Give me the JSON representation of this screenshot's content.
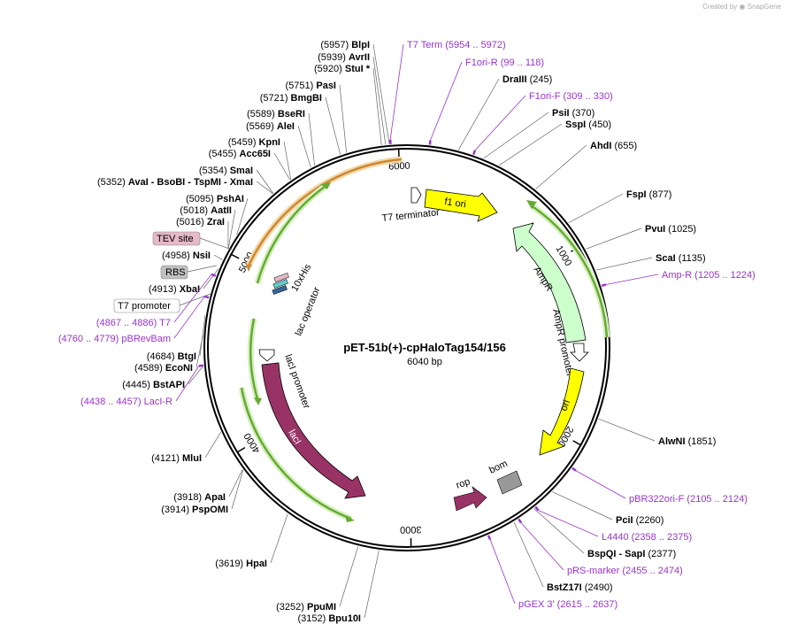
{
  "credit": {
    "created_by": "Created by",
    "brand": "SnapGene"
  },
  "plasmid": {
    "name": "pET-51b(+)-cpHaloTag154/156",
    "length_label": "6040 bp",
    "length": 6040
  },
  "ticks": [
    1000,
    2000,
    3000,
    4000,
    5000,
    6000
  ],
  "sites": [
    {
      "pre": "(5957)",
      "name": "BlpI",
      "pos": 5957
    },
    {
      "pre": "(5939)",
      "name": "AvrII",
      "pos": 5939
    },
    {
      "pre": "(5920)",
      "name": "StuI *",
      "pos": 5920
    },
    {
      "pre": "(5751)",
      "name": "PasI",
      "pos": 5751
    },
    {
      "pre": "(5721)",
      "name": "BmgBI",
      "pos": 5721
    },
    {
      "pre": "(5589)",
      "name": "BseRI",
      "pos": 5589
    },
    {
      "pre": "(5569)",
      "name": "AleI",
      "pos": 5569
    },
    {
      "pre": "(5459)",
      "name": "KpnI",
      "pos": 5459
    },
    {
      "pre": "(5455)",
      "name": "Acc65I",
      "pos": 5455
    },
    {
      "pre": "(5354)",
      "name": "SmaI",
      "pos": 5354
    },
    {
      "pre": "(5352)",
      "name": "AvaI  -  BsoBI  -  TspMI  -  XmaI",
      "pos": 5352
    },
    {
      "pre": "(5095)",
      "name": "PshAI",
      "pos": 5095
    },
    {
      "pre": "(5018)",
      "name": "AatII",
      "pos": 5018
    },
    {
      "pre": "(5016)",
      "name": "ZraI",
      "pos": 5016
    },
    {
      "pre": "(4958)",
      "name": "NsiI",
      "pos": 4958
    },
    {
      "pre": "(4913)",
      "name": "XbaI",
      "pos": 4913
    },
    {
      "pre": "(4684)",
      "name": "BtgI",
      "pos": 4684
    },
    {
      "pre": "(4589)",
      "name": "EcoNI",
      "pos": 4589
    },
    {
      "pre": "(4445)",
      "name": "BstAPI",
      "pos": 4445
    },
    {
      "pre": "(4121)",
      "name": "MluI",
      "pos": 4121
    },
    {
      "pre": "(3918)",
      "name": "ApaI",
      "pos": 3918
    },
    {
      "pre": "(3914)",
      "name": "PspOMI",
      "pos": 3914
    },
    {
      "pre": "(3619)",
      "name": "HpaI",
      "pos": 3619
    },
    {
      "pre": "(3252)",
      "name": "PpuMI",
      "pos": 3252
    },
    {
      "pre": "(3152)",
      "name": "Bpu10I",
      "pos": 3152
    },
    {
      "name": "DraIII",
      "post": "(245)",
      "pos": 245
    },
    {
      "name": "PsiI",
      "post": "(370)",
      "pos": 370
    },
    {
      "name": "SspI",
      "post": "(450)",
      "pos": 450
    },
    {
      "name": "AhdI",
      "post": "(655)",
      "pos": 655
    },
    {
      "name": "FspI",
      "post": "(877)",
      "pos": 877
    },
    {
      "name": "PvuI",
      "post": "(1025)",
      "pos": 1025
    },
    {
      "name": "ScaI",
      "post": "(1135)",
      "pos": 1135
    },
    {
      "name": "AlwNI",
      "post": "(1851)",
      "pos": 1851
    },
    {
      "name": "PciI",
      "post": "(2260)",
      "pos": 2260
    },
    {
      "name": "BspQI  -  SapI",
      "post": "(2377)",
      "pos": 2377
    },
    {
      "name": "BstZ17I",
      "post": "(2490)",
      "pos": 2490
    }
  ],
  "primers": [
    {
      "text": "T7 Term     (5954 .. 5972)",
      "pos": 5963
    },
    {
      "text": "F1ori-R     (99 .. 118)",
      "pos": 108
    },
    {
      "text": "F1ori-F     (309 .. 330)",
      "pos": 319
    },
    {
      "text": "Amp-R     (1205 .. 1224)",
      "pos": 1214
    },
    {
      "text": "pBR322ori-F     (2105 .. 2124)",
      "pos": 2114
    },
    {
      "text": "L4440     (2358 .. 2375)",
      "pos": 2366
    },
    {
      "text": "pRS-marker     (2455 .. 2474)",
      "pos": 2464
    },
    {
      "text": "pGEX 3'     (2615 .. 2637)",
      "pos": 2626
    },
    {
      "text": "(4867 .. 4886)     T7",
      "pos": 4876
    },
    {
      "text": "(4760 .. 4779)     pBRevBam",
      "pos": 4769
    },
    {
      "text": "(4438 .. 4457)     LacI-R",
      "pos": 4447
    }
  ],
  "boxed_labels": [
    {
      "text": "TEV site"
    },
    {
      "text": "RBS"
    },
    {
      "text": "T7 promoter"
    }
  ],
  "features": {
    "f1_ori": "f1 ori",
    "t7_terminator": "T7 terminator",
    "ampr": "AmpR",
    "ampr_promoter": "AmpR promoter",
    "ori": "ori",
    "bom": "bom",
    "rop": "rop",
    "laci": "lacI",
    "laci_promoter": "lacI promoter",
    "lac_operator": "lac operator",
    "his": "10xHis"
  },
  "colors": {
    "ori": "#ffff00",
    "ampr": "#ccffcc",
    "laci": "#993366",
    "rop": "#993366",
    "bom": "#999999",
    "primer": "#9933cc",
    "tev_box": "#e6b8c8",
    "rbs_box": "#c0c0c0",
    "green_arc": "#66aa33",
    "orange_arc": "#cc8833"
  }
}
